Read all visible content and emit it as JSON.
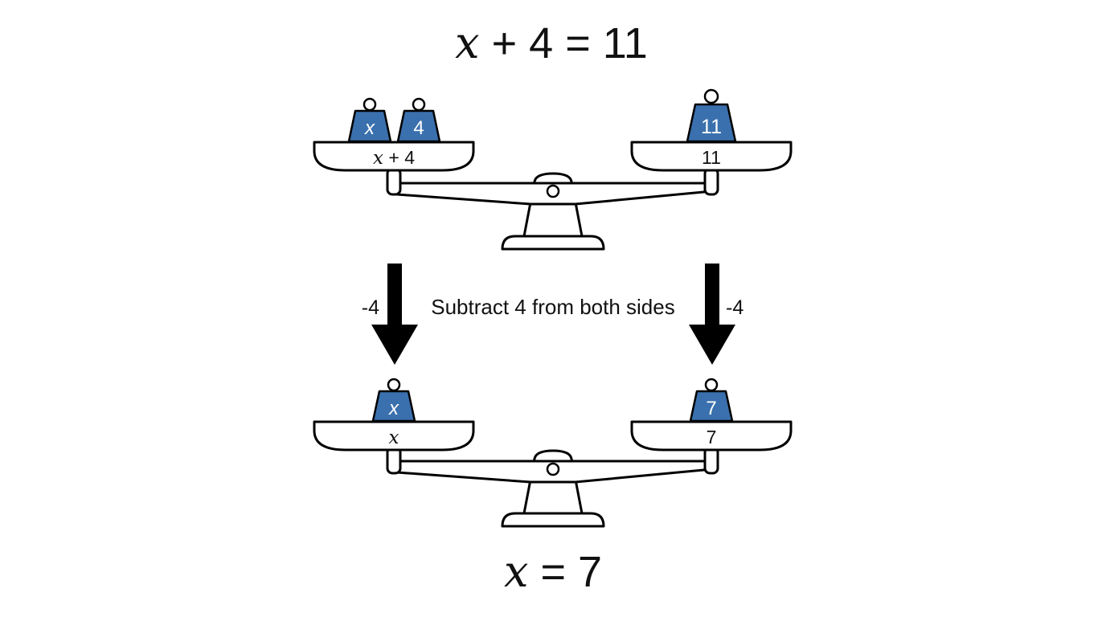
{
  "top_equation": {
    "var": "x",
    "rest": " + 4 = 11"
  },
  "bottom_equation": {
    "var": "x",
    "rest": " = 7"
  },
  "instruction": "Subtract 4 from both sides",
  "arrow_left_label": "-4",
  "arrow_right_label": "-4",
  "top_scale": {
    "left_weights": [
      {
        "label": "x",
        "italic": true
      },
      {
        "label": "4",
        "italic": false
      }
    ],
    "left_pan_label": {
      "var": "x",
      "rest": " + 4"
    },
    "right_weights": [
      {
        "label": "11",
        "italic": false
      }
    ],
    "right_pan_label": "11"
  },
  "bottom_scale": {
    "left_weights": [
      {
        "label": "x",
        "italic": true
      }
    ],
    "left_pan_label": {
      "var": "x",
      "rest": ""
    },
    "right_weights": [
      {
        "label": "7",
        "italic": false
      }
    ],
    "right_pan_label": "7"
  },
  "colors": {
    "weight_fill": "#3a70ad",
    "outline": "#000000",
    "background": "#ffffff"
  }
}
